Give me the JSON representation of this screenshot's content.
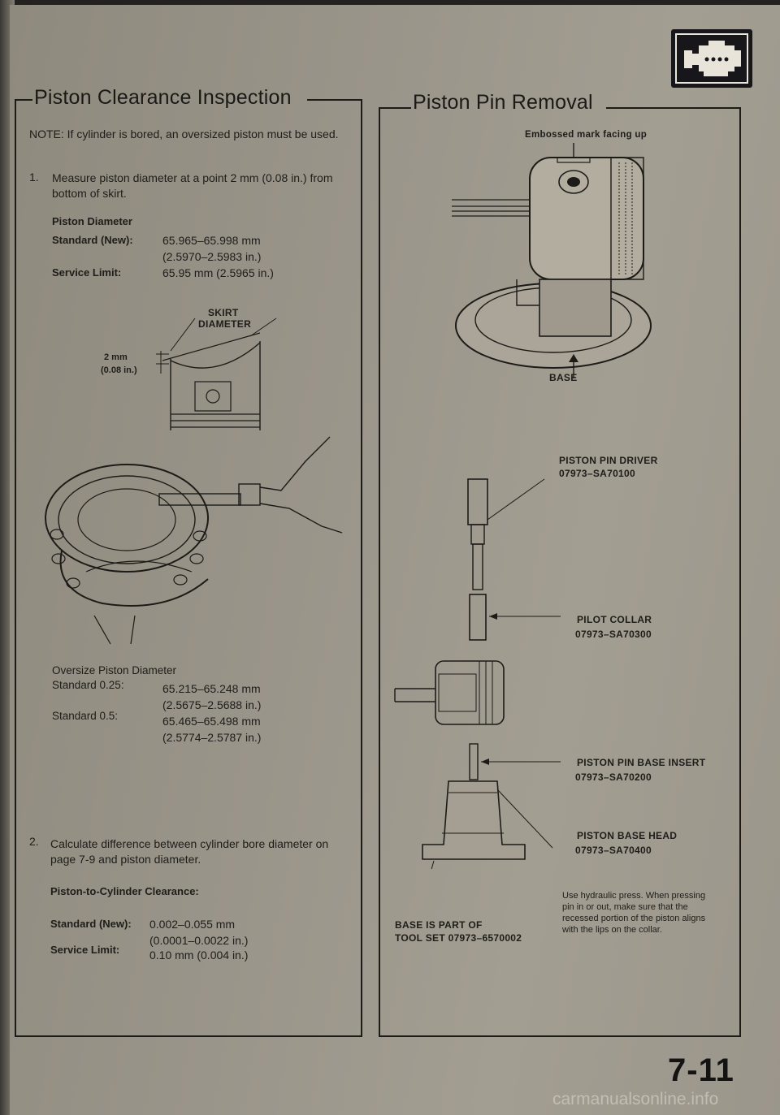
{
  "left": {
    "title": "Piston Clearance Inspection",
    "note": "NOTE:  If cylinder is bored, an oversized piston must be used.",
    "step1_num": "1.",
    "step1_text": "Measure piston diameter at a point 2 mm (0.08 in.) from bottom of skirt.",
    "diameter_heading": "Piston Diameter",
    "standard_label": "Standard (New):",
    "standard_value_mm": "65.965–65.998 mm",
    "standard_value_in": "(2.5970–2.5983 in.)",
    "service_label": "Service Limit:",
    "service_value": "65.95 mm (2.5965 in.)",
    "fig_skirt_label_1": "SKIRT",
    "fig_skirt_label_2": "DIAMETER",
    "fig_dim_1": "2 mm",
    "fig_dim_2": "(0.08 in.)",
    "oversize_heading": "Oversize Piston Diameter",
    "os_025_label": "Standard 0.25:",
    "os_025_mm": "65.215–65.248 mm",
    "os_025_in": "(2.5675–2.5688 in.)",
    "os_05_label": "Standard 0.5:",
    "os_05_mm": "65.465–65.498 mm",
    "os_05_in": "(2.5774–2.5787 in.)",
    "step2_num": "2.",
    "step2_text": "Calculate difference between cylinder bore diameter on page 7-9 and piston diameter.",
    "clearance_heading": "Piston-to-Cylinder Clearance:",
    "cl_standard_label": "Standard (New):",
    "cl_standard_mm": "0.002–0.055 mm",
    "cl_standard_in": "(0.0001–0.0022 in.)",
    "cl_service_label": "Service Limit:",
    "cl_service_value": "0.10 mm (0.004 in.)"
  },
  "right": {
    "title": "Piston Pin Removal",
    "embossed": "Embossed mark facing up",
    "base": "BASE",
    "driver_name": "PISTON PIN DRIVER",
    "driver_num": "07973–SA70100",
    "collar_name": "PILOT COLLAR",
    "collar_num": "07973–SA70300",
    "insert_name": "PISTON PIN BASE INSERT",
    "insert_num": "07973–SA70200",
    "head_name": "PISTON BASE HEAD",
    "head_num": "07973–SA70400",
    "base_part_1": "BASE IS PART OF",
    "base_part_2": "TOOL SET 07973–6570002",
    "press_note": "Use hydraulic press. When pressing pin in or out, make sure that the recessed portion of the piston aligns with the lips on the collar."
  },
  "page_number": "7-11",
  "watermark": "carmanualsonline.info",
  "icons": [
    "engine-icon"
  ]
}
